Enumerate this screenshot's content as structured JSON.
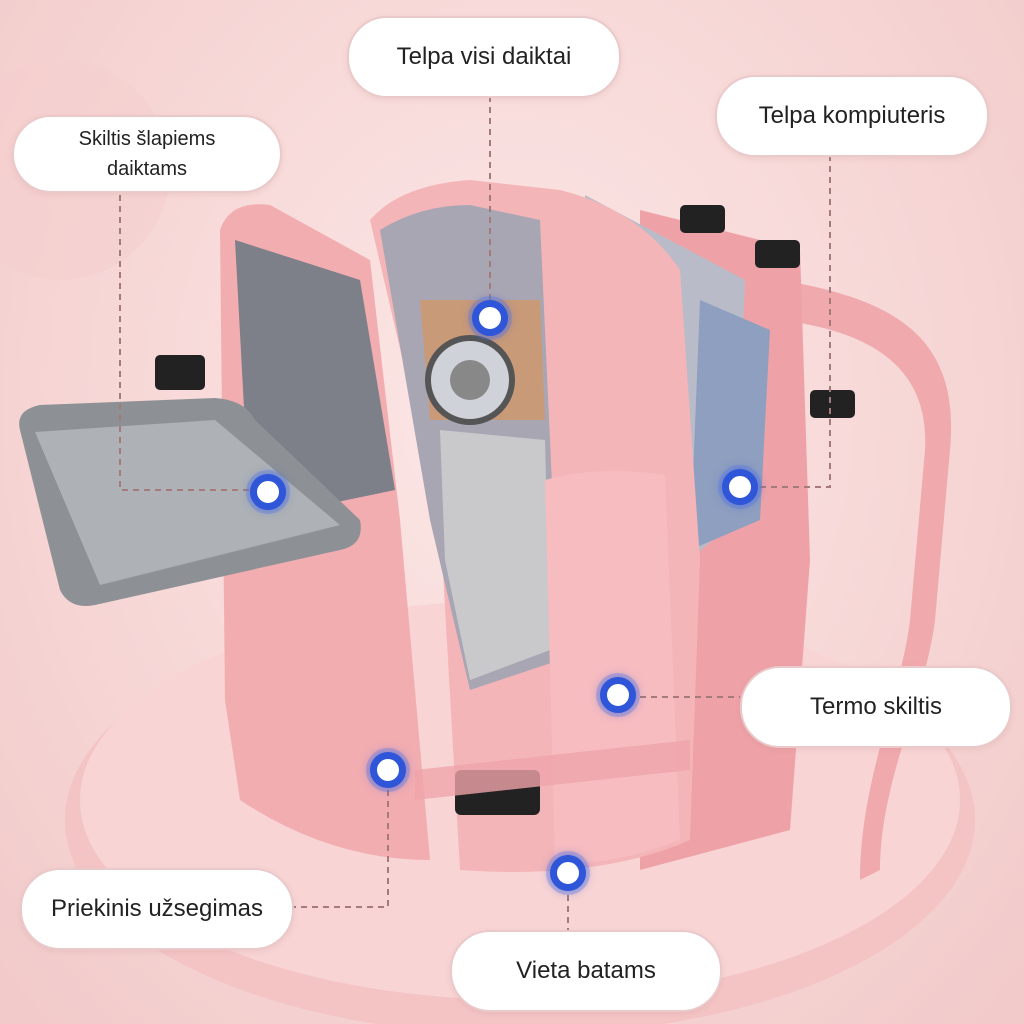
{
  "callouts": {
    "all_items": "Telpa visi daiktai",
    "laptop": "Telpa kompiuteris",
    "wet_items": "Skiltis šlapiems daiktams",
    "thermo": "Termo skiltis",
    "front_fastening": "Priekinis užsegimas",
    "shoes": "Vieta batams"
  },
  "colors": {
    "marker": "#2f55d8",
    "bag": "#f2b3b5",
    "background": "#f6d6d5"
  }
}
